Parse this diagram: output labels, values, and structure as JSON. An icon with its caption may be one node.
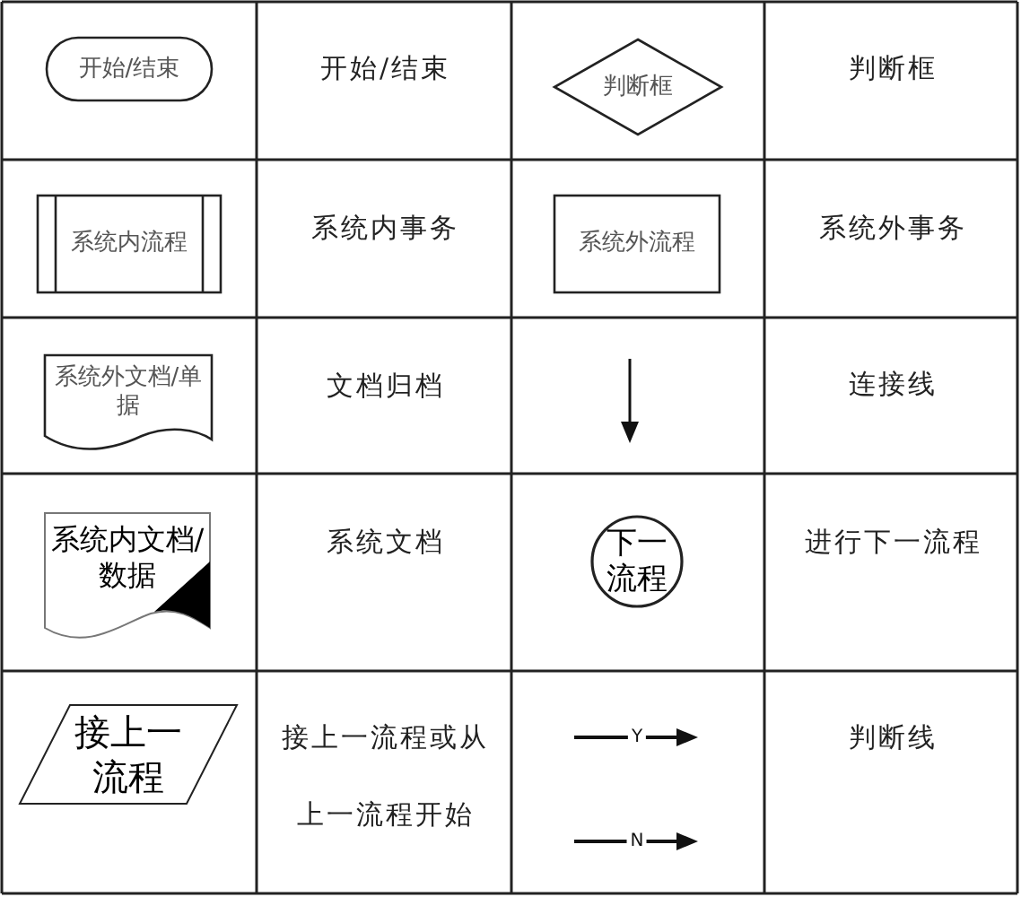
{
  "diagram": {
    "nodes": [
      {
        "text": [
          "开始/结束"
        ]
      },
      {
        "text": [
          "判断框"
        ]
      },
      {
        "text": [
          "系统内流程"
        ]
      },
      {
        "text": [
          "系统外流程"
        ]
      },
      {
        "text": [
          "系统外文档/单据"
        ]
      },
      {
        "text": [
          "系统内文档/数据"
        ]
      },
      {
        "text": [
          "下一流程"
        ]
      },
      {
        "text": [
          "接上一流程"
        ]
      }
    ],
    "labels": [
      "开始/结束",
      "判断框",
      "系统内事务",
      "系统外事务",
      "文档归档",
      "连接线",
      "系统文档",
      "进行下一流程",
      "接上一流程或从上一流程开始",
      "Y",
      "N",
      "判断线"
    ]
  }
}
